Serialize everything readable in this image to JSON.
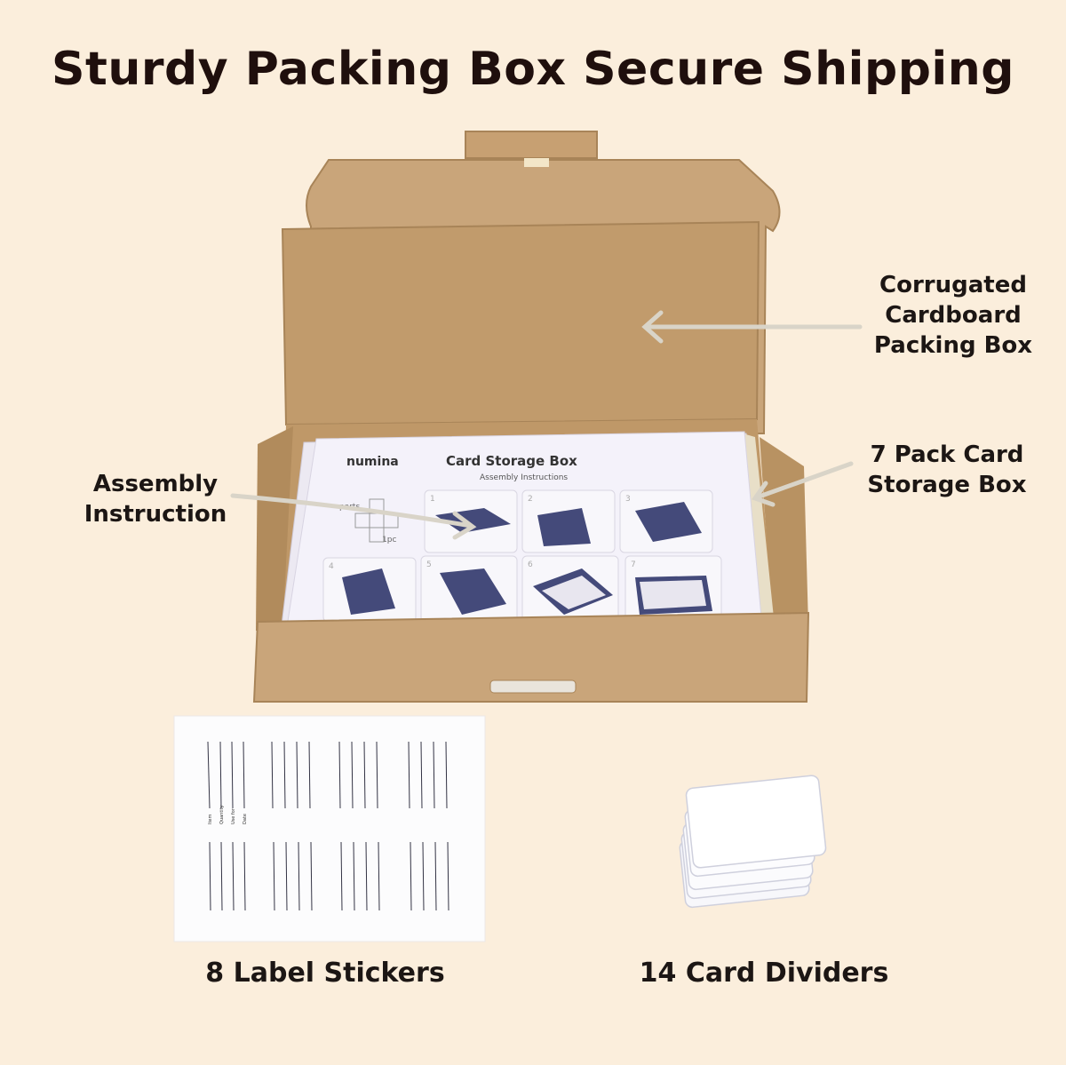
{
  "title": "Sturdy Packing Box Secure Shipping",
  "callouts": {
    "packing_box": [
      "Corrugated",
      "Cardboard",
      "Packing Box"
    ],
    "storage_box": [
      "7 Pack Card",
      "Storage Box"
    ],
    "assembly": [
      "Assembly",
      "Instruction"
    ]
  },
  "instruction_sheet": {
    "brand": "numina",
    "heading": "Card Storage Box",
    "subheading": "Assembly Instructions",
    "parts_label": "parts",
    "parts_qty": "1pc",
    "steps": [
      "1",
      "2",
      "3",
      "4",
      "5",
      "6",
      "7"
    ]
  },
  "label_sheet": {
    "fields": [
      "Item",
      "Quantity",
      "Use for",
      "Date"
    ]
  },
  "captions": {
    "stickers": "8 Label Stickers",
    "dividers": "14 Card Dividers"
  },
  "colors": {
    "background": "#fbeedc",
    "cardboard": "#c9a57a",
    "cardboard_dark": "#a88458",
    "text": "#1c1614"
  }
}
